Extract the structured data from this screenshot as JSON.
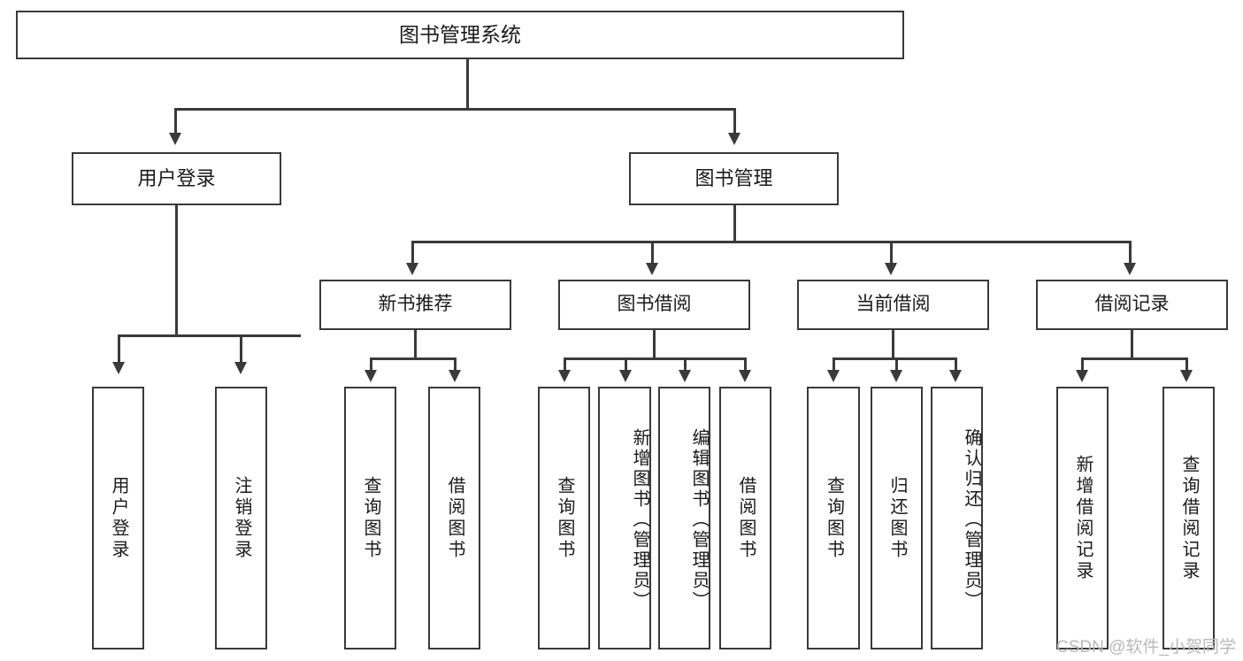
{
  "diagram": {
    "title": "图书管理系统",
    "type": "hierarchy-tree",
    "watermark": "CSDN @软件_小贺同学",
    "colors": {
      "stroke": "#3a3a3a",
      "fill": "#ffffff",
      "text": "#1a1a1a",
      "watermark": "#b9b9b9"
    },
    "root": {
      "label": "图书管理系统"
    },
    "level2": [
      {
        "label": "用户登录"
      },
      {
        "label": "图书管理"
      }
    ],
    "level3": [
      {
        "label": "新书推荐"
      },
      {
        "label": "图书借阅"
      },
      {
        "label": "当前借阅"
      },
      {
        "label": "借阅记录"
      }
    ],
    "leaves": {
      "user_login": [
        {
          "label": "用户登录"
        },
        {
          "label": "注销登录"
        }
      ],
      "new_book_recommend": [
        {
          "label": "查询图书"
        },
        {
          "label": "借阅图书"
        }
      ],
      "book_borrow": [
        {
          "label": "查询图书"
        },
        {
          "label": "新增图书（管理员）"
        },
        {
          "label": "编辑图书（管理员）"
        },
        {
          "label": "借阅图书"
        }
      ],
      "current_borrow": [
        {
          "label": "查询图书"
        },
        {
          "label": "归还图书"
        },
        {
          "label": "确认归还（管理员）"
        }
      ],
      "borrow_record": [
        {
          "label": "新增借阅记录"
        },
        {
          "label": "查询借阅记录"
        }
      ]
    }
  }
}
